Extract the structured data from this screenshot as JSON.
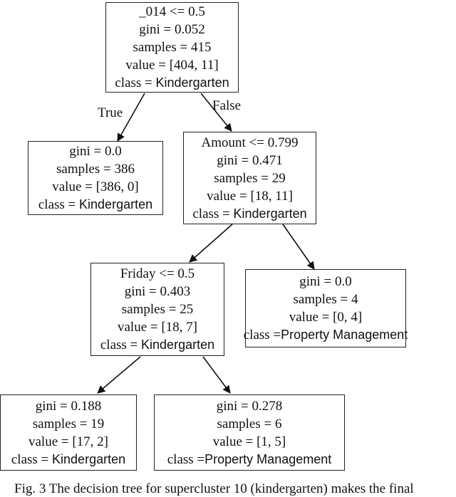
{
  "nodes": [
    {
      "id": "n0",
      "split": "_014 <= 0.5",
      "gini": "gini = 0.052",
      "samples": "samples = 415",
      "value": "value = [404, 11]",
      "class_prefix": "class = ",
      "class_value": "Kindergarten"
    },
    {
      "id": "n1",
      "split": "",
      "gini": "gini = 0.0",
      "samples": "samples = 386",
      "value": "value = [386, 0]",
      "class_prefix": "class = ",
      "class_value": "Kindergarten"
    },
    {
      "id": "n2",
      "split": "Amount <= 0.799",
      "gini": "gini = 0.471",
      "samples": "samples = 29",
      "value": "value = [18, 11]",
      "class_prefix": "class = ",
      "class_value": "Kindergarten"
    },
    {
      "id": "n3",
      "split": "Friday <= 0.5",
      "gini": "gini = 0.403",
      "samples": "samples = 25",
      "value": "value = [18, 7]",
      "class_prefix": "class = ",
      "class_value": "Kindergarten"
    },
    {
      "id": "n4",
      "split": "",
      "gini": "gini = 0.0",
      "samples": "samples = 4",
      "value": "value = [0, 4]",
      "class_prefix": "class =",
      "class_value": "Property Management"
    },
    {
      "id": "n5",
      "split": "",
      "gini": "gini = 0.188",
      "samples": "samples = 19",
      "value": "value = [17, 2]",
      "class_prefix": "class = ",
      "class_value": "Kindergarten"
    },
    {
      "id": "n6",
      "split": "",
      "gini": "gini = 0.278",
      "samples": "samples = 6",
      "value": "value = [1, 5]",
      "class_prefix": "class =",
      "class_value": "Property Management"
    }
  ],
  "edges": [
    {
      "from": "n0",
      "to": "n1",
      "label": "True"
    },
    {
      "from": "n0",
      "to": "n2",
      "label": "False"
    },
    {
      "from": "n2",
      "to": "n3",
      "label": ""
    },
    {
      "from": "n2",
      "to": "n4",
      "label": ""
    },
    {
      "from": "n3",
      "to": "n5",
      "label": ""
    },
    {
      "from": "n3",
      "to": "n6",
      "label": ""
    }
  ],
  "caption": "Fig. 3 The decision tree for supercluster 10 (kindergarten) makes the final"
}
